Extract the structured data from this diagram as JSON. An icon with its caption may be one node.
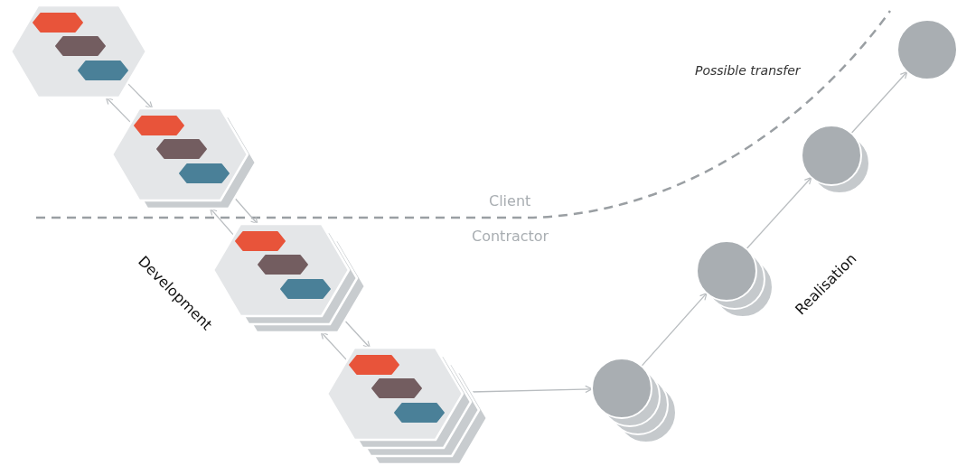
{
  "diagram": {
    "nodes": [
      {
        "text": [],
        "shape": "hexagon"
      },
      {
        "text": [],
        "shape": "hexagon"
      },
      {
        "text": [],
        "shape": "hexagon"
      },
      {
        "text": [],
        "shape": "hexagon"
      },
      {
        "text": [],
        "shape": "circle"
      },
      {
        "text": [],
        "shape": "circle"
      },
      {
        "text": [],
        "shape": "circle"
      },
      {
        "text": [],
        "shape": "circle"
      }
    ],
    "edges": [
      {
        "from": 0,
        "to": 1,
        "arrow": "to"
      },
      {
        "from": 1,
        "to": 0,
        "arrow": "to"
      },
      {
        "from": 1,
        "to": 2,
        "arrow": "to"
      },
      {
        "from": 2,
        "to": 1,
        "arrow": "to"
      },
      {
        "from": 2,
        "to": 3,
        "arrow": "to"
      },
      {
        "from": 3,
        "to": 2,
        "arrow": "to"
      },
      {
        "from": 3,
        "to": 4,
        "arrow": "to"
      },
      {
        "from": 4,
        "to": 5,
        "arrow": "to"
      },
      {
        "from": 5,
        "to": 6,
        "arrow": "to"
      },
      {
        "from": 6,
        "to": 7,
        "arrow": "to"
      }
    ],
    "labels": [
      "Possible transfer",
      "Client",
      "Contractor",
      "Development",
      "Realisation"
    ]
  }
}
